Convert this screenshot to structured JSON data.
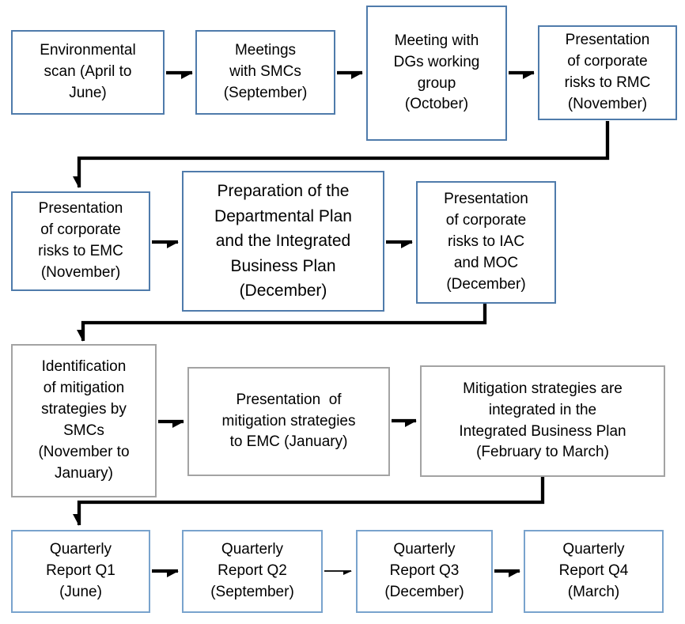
{
  "diagram": {
    "type": "flowchart",
    "background": "#ffffff",
    "colors": {
      "box_border_blue": "#4f7bab",
      "box_border_blue_light": "#79a3cd",
      "box_border_gray": "#a3a3a3",
      "connector": "#000000",
      "text": "#000000"
    },
    "nodes": [
      {
        "id": "environmental-scan",
        "row": 1,
        "border": "blue",
        "label": "Environmental\nscan (April to\nJune)"
      },
      {
        "id": "meetings-with-smcs",
        "row": 1,
        "border": "blue",
        "label": "Meetings\nwith SMCs\n(September)"
      },
      {
        "id": "meeting-dgs-working-group",
        "row": 1,
        "border": "blue",
        "label": "Meeting with\nDGs working\ngroup\n(October)"
      },
      {
        "id": "risks-to-rmc",
        "row": 1,
        "border": "blue",
        "label": "Presentation\nof corporate\nrisks to RMC\n(November)"
      },
      {
        "id": "risks-to-emc",
        "row": 2,
        "border": "blue",
        "label": "Presentation\nof corporate\nrisks to EMC\n(November)"
      },
      {
        "id": "preparation-plans",
        "row": 2,
        "border": "blue",
        "label": "Preparation of the\nDepartmental Plan\nand the Integrated\nBusiness Plan\n(December)"
      },
      {
        "id": "risks-to-iac-moc",
        "row": 2,
        "border": "blue",
        "label": "Presentation\nof corporate\nrisks to IAC\nand MOC\n(December)"
      },
      {
        "id": "identification-mitigation",
        "row": 3,
        "border": "gray",
        "label": "Identification\nof mitigation\nstrategies by\nSMCs\n(November to\nJanuary)"
      },
      {
        "id": "mitigation-to-emc",
        "row": 3,
        "border": "gray",
        "label": "Presentation  of\nmitigation strategies\nto EMC (January)"
      },
      {
        "id": "mitigation-integrated",
        "row": 3,
        "border": "gray",
        "label": "Mitigation strategies are\nintegrated in the\nIntegrated Business Plan\n(February to March)"
      },
      {
        "id": "quarterly-q1",
        "row": 4,
        "border": "blue",
        "label": "Quarterly\nReport Q1\n(June)"
      },
      {
        "id": "quarterly-q2",
        "row": 4,
        "border": "blue",
        "label": "Quarterly\nReport Q2\n(September)"
      },
      {
        "id": "quarterly-q3",
        "row": 4,
        "border": "blue",
        "label": "Quarterly\nReport Q3\n(December)"
      },
      {
        "id": "quarterly-q4",
        "row": 4,
        "border": "blue",
        "label": "Quarterly\nReport Q4\n(March)"
      }
    ],
    "edges": [
      {
        "from": "environmental-scan",
        "to": "meetings-with-smcs",
        "style": "thick-arrow"
      },
      {
        "from": "meetings-with-smcs",
        "to": "meeting-dgs-working-group",
        "style": "thick-arrow"
      },
      {
        "from": "meeting-dgs-working-group",
        "to": "risks-to-rmc",
        "style": "thick-arrow"
      },
      {
        "from": "risks-to-rmc",
        "to": "risks-to-emc",
        "style": "thick-elbow"
      },
      {
        "from": "risks-to-emc",
        "to": "preparation-plans",
        "style": "thick-arrow"
      },
      {
        "from": "preparation-plans",
        "to": "risks-to-iac-moc",
        "style": "thick-arrow"
      },
      {
        "from": "risks-to-iac-moc",
        "to": "identification-mitigation",
        "style": "thick-elbow"
      },
      {
        "from": "identification-mitigation",
        "to": "mitigation-to-emc",
        "style": "thick-arrow"
      },
      {
        "from": "mitigation-to-emc",
        "to": "mitigation-integrated",
        "style": "thick-arrow"
      },
      {
        "from": "mitigation-integrated",
        "to": "quarterly-q1",
        "style": "thick-elbow"
      },
      {
        "from": "quarterly-q1",
        "to": "quarterly-q2",
        "style": "thick-arrow"
      },
      {
        "from": "quarterly-q2",
        "to": "quarterly-q3",
        "style": "thin-arrow"
      },
      {
        "from": "quarterly-q3",
        "to": "quarterly-q4",
        "style": "thick-arrow"
      }
    ]
  }
}
